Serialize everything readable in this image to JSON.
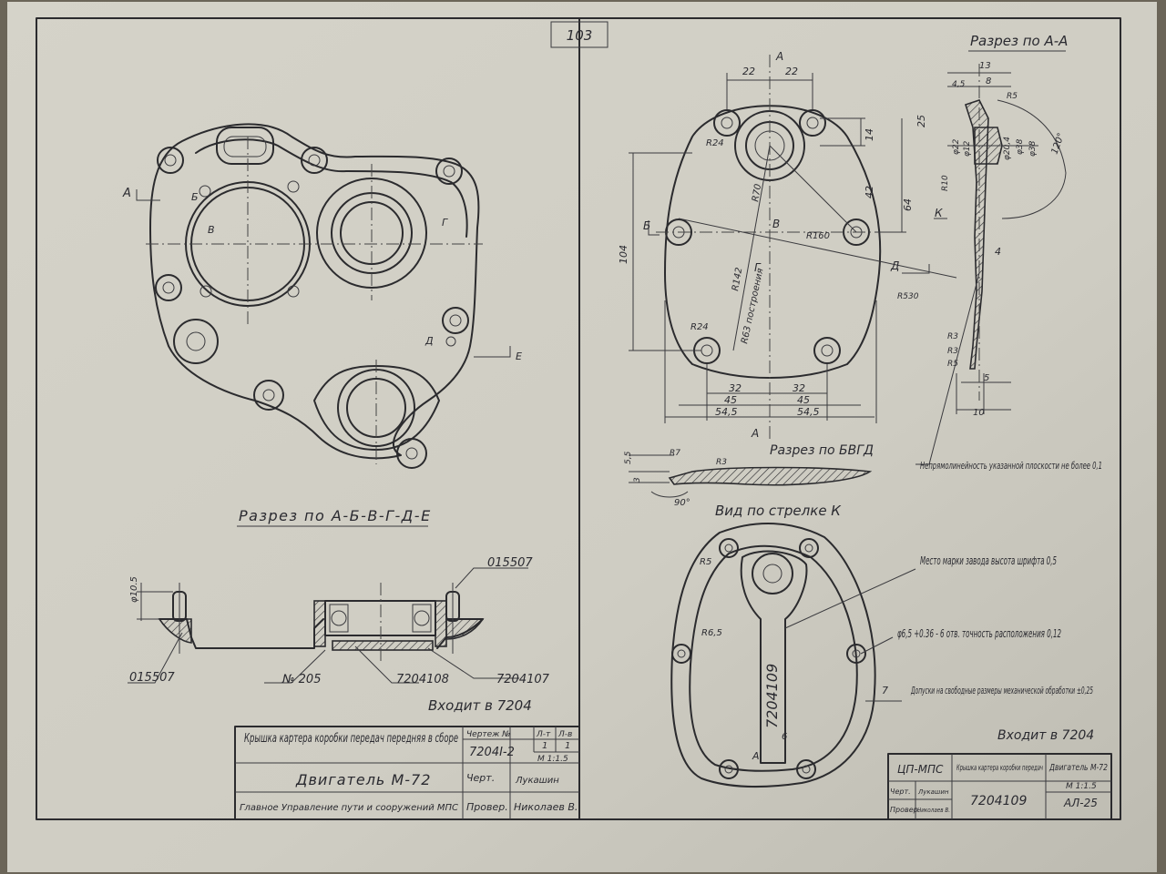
{
  "page_number": "103",
  "left_sheet": {
    "section_a_mark": "А",
    "markers": [
      "Б",
      "В",
      "Г",
      "Д",
      "Е"
    ],
    "section_title": "Разрез по А-Б-В-Г-Д-Е",
    "dim_pin": "φ10.5",
    "parts": [
      "015507",
      "015507",
      "№ 205",
      "7204108",
      "7204107"
    ],
    "included_in": "Входит в 7204",
    "title_block": {
      "name": "Крышка картера коробки передач передняя в сборе",
      "drawing_no_label": "Чертеж №",
      "sheet_label": "Л-т",
      "sheets_label": "Л-в",
      "drawing_no": "7204І-2",
      "sheet": "1",
      "sheets": "1",
      "scale": "М 1:1.5",
      "engine": "Двигатель М-72",
      "drawn_label": "Черт.",
      "drawn_sig": "Лукашин",
      "org": "Главное Управление пути и сооружений МПС",
      "checked_label": "Провер.",
      "checked_name": "Николаев В."
    }
  },
  "right_sheet": {
    "section_aa_title": "Разрез по А-А",
    "section_bvgd_title": "Разрез по БВГД",
    "view_k_title": "Вид по стрелке К",
    "marks": [
      "А",
      "Б",
      "В",
      "Г",
      "Д",
      "К"
    ],
    "dims_top": [
      "22",
      "22",
      "25",
      "14",
      "42",
      "64",
      "104",
      "R24",
      "R70",
      "R160",
      "R142",
      "R24",
      "R530",
      "R63 построения"
    ],
    "dims_bottom": [
      "32",
      "32",
      "45",
      "45",
      "54,5",
      "54,5"
    ],
    "dims_section_aa": [
      "13",
      "8",
      "4,5",
      "R5",
      "φ22",
      "φ12",
      "φ20,4",
      "φ38",
      "φ38",
      "120°",
      "R10",
      "4",
      "R3",
      "R3",
      "R5",
      "5",
      "10"
    ],
    "dims_bvgd": [
      "5,5",
      "3",
      "R7",
      "R3",
      "90°"
    ],
    "dims_view_k": [
      "R5",
      "R6,5",
      "6",
      "7"
    ],
    "part_marking": "7204109",
    "notes": [
      "Непрямолинейность указанной плоскости не более 0,1",
      "Место марки завода высота шрифта 0,5",
      "φ6,5 +0.36 - 6 отв. точность расположения 0,12",
      "Допуски на свободные размеры механической обработки ±0,25"
    ],
    "included_in": "Входит в 7204",
    "title_block": {
      "org": "ЦП-МПС",
      "name": "Крышка картера коробки передач",
      "engine": "Двигатель М-72",
      "drawn_label": "Черт.",
      "drawn_sig": "Лукашин",
      "checked_label": "Провер.",
      "checked_name": "Николаев В.",
      "scale": "М 1:1.5",
      "drawing_no": "7204109",
      "sheet_code": "АЛ-25"
    }
  }
}
